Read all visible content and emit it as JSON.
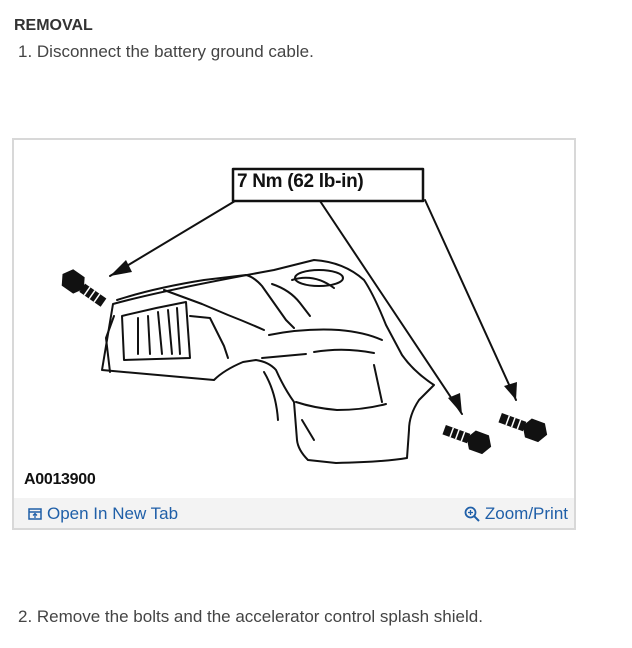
{
  "section": {
    "heading": "REMOVAL"
  },
  "steps": [
    {
      "text": "1. Disconnect the battery ground cable."
    },
    {
      "text": "2. Remove the bolts and the accelerator control splash shield."
    }
  ],
  "figure": {
    "callout": "7 Nm (62 lb-in)",
    "figure_id": "A0013900",
    "toolbar": {
      "open_label": "Open In New Tab",
      "open_icon": "open-new-tab-icon",
      "zoom_label": "Zoom/Print",
      "zoom_icon": "magnifier-icon",
      "link_color": "#1f5fa8"
    }
  }
}
